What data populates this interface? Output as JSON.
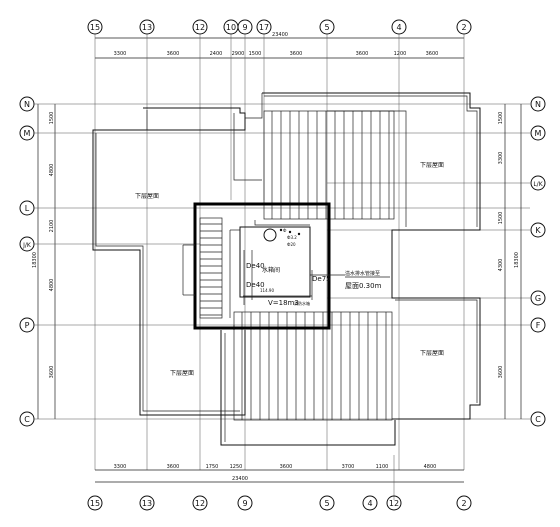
{
  "top_axes": [
    "15",
    "13",
    "12",
    "10",
    "9",
    "17",
    "5",
    "4",
    "2"
  ],
  "bottom_axes": [
    "15",
    "13",
    "12",
    "9",
    "5",
    "4",
    "12",
    "2"
  ],
  "left_axes": [
    "N",
    "M",
    "L",
    "J/K",
    "P",
    "C"
  ],
  "right_axes": [
    "N",
    "M",
    "L/K",
    "K",
    "G",
    "F",
    "C"
  ],
  "top_dims": [
    "3300",
    "3600",
    "2400",
    "2900",
    "1500",
    "3600",
    "3600",
    "1200",
    "3600"
  ],
  "top_total": "23400",
  "bottom_dims": [
    "3300",
    "3600",
    "1750",
    "1250",
    "3600",
    "3700",
    "1100",
    "4800"
  ],
  "bottom_total": "23400",
  "left_dims": [
    "1500",
    "4800",
    "2100",
    "4800",
    "3600"
  ],
  "left_total": "18300",
  "right_dims": [
    "1500",
    "3300",
    "1500",
    "4300",
    "3600"
  ],
  "right_total": "18300",
  "roof_labels": [
    "下层屋面",
    "下层屋面",
    "下层屋面",
    "下层屋面"
  ],
  "tank_label": "水箱间",
  "tank_notes": [
    "Ф",
    "Ф3.2",
    "Ф20"
  ],
  "pipe_labels": [
    "De40",
    "De40",
    "De75",
    "114.90"
  ],
  "tank_volume": "V=18m3",
  "tank_volume_suffix": "消防水箱",
  "overflow_note": "溢水排水管接至",
  "overflow_note2": "屋面0.30m"
}
